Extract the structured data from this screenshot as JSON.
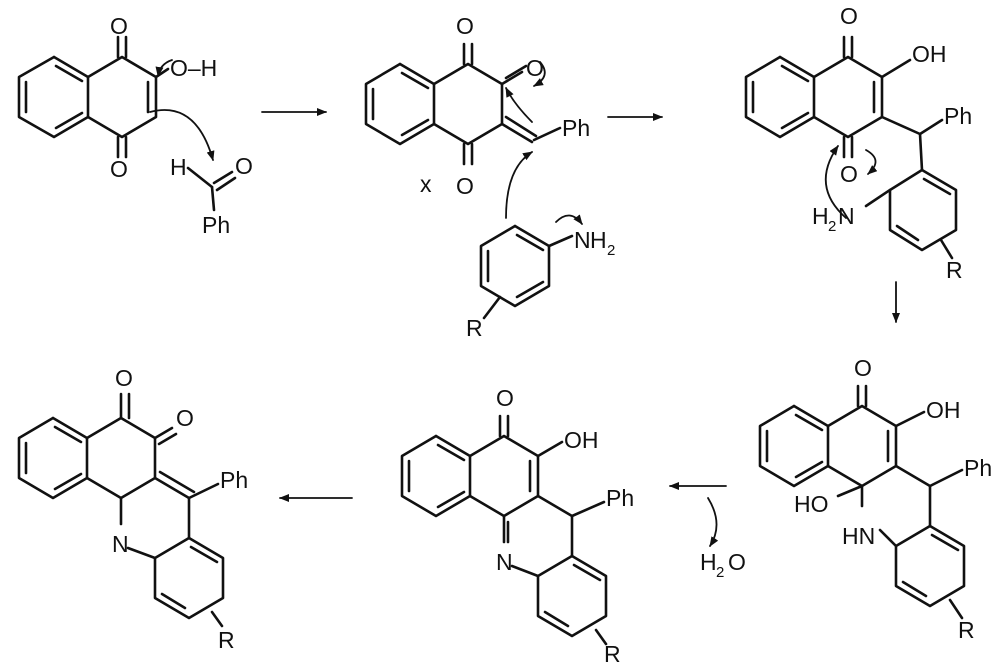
{
  "atoms": {
    "O": "O",
    "OH": "OH",
    "O_minus_H": "O–H",
    "H": "H",
    "Ph": "Ph",
    "N": "N",
    "HN": "HN",
    "HO": "HO",
    "NH": "NH",
    "H2N_H": "H",
    "H2N_N": "N",
    "two": "2",
    "H2O_H": "H",
    "H2O_O": "O",
    "R": "R",
    "x": "x"
  }
}
